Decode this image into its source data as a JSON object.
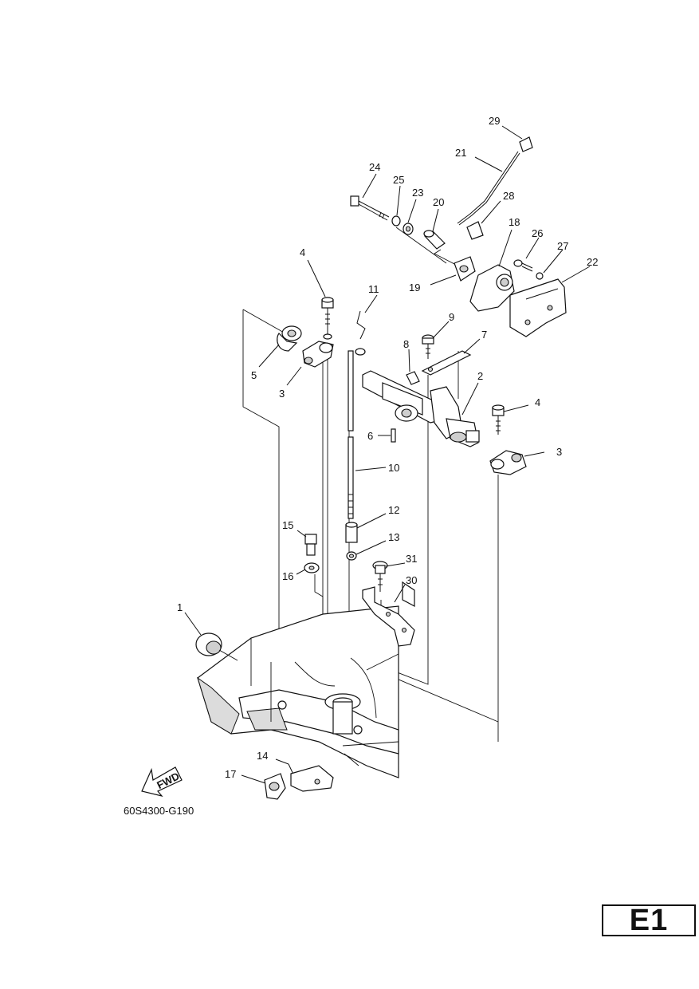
{
  "callouts": {
    "c1": "1",
    "c2": "2",
    "c3a": "3",
    "c3b": "3",
    "c4a": "4",
    "c4b": "4",
    "c5": "5",
    "c6": "6",
    "c7": "7",
    "c8": "8",
    "c9": "9",
    "c10": "10",
    "c11": "11",
    "c12": "12",
    "c13": "13",
    "c14": "14",
    "c15": "15",
    "c16": "16",
    "c17": "17",
    "c18": "18",
    "c19": "19",
    "c20": "20",
    "c21": "21",
    "c22": "22",
    "c23": "23",
    "c24": "24",
    "c25": "25",
    "c26": "26",
    "c27": "27",
    "c28": "28",
    "c29": "29",
    "c30": "30",
    "c31": "31"
  },
  "fwd_label": "FWD",
  "drawing_code": "60S4300-G190",
  "page_tag": "E1"
}
